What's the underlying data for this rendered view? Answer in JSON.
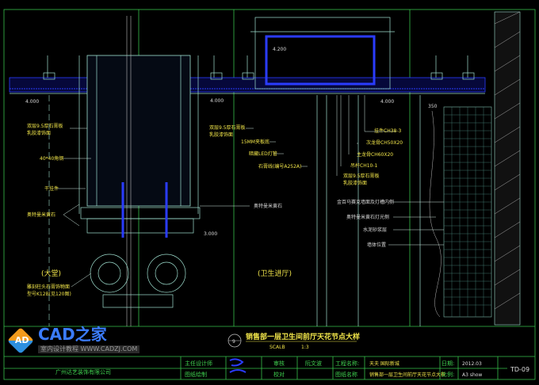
{
  "drawing": {
    "title": "销售部一层卫生间前厅天花节点大样",
    "detail_number": "9",
    "scale_label": "SCALB",
    "scale_value": "1:3",
    "left_labels": {
      "level_top": "4.000",
      "gypsum_board": [
        "双层9.5厚石膏板",
        "乳胶漆饰面"
      ],
      "angle_steel": "40*40角钢",
      "hanger": "干挂件",
      "stone": "奥特曼米黄石",
      "room": "(大堂)",
      "capital": [
        "雕刻柱头石膏饰物面",
        "型号K12B(见120图)"
      ]
    },
    "middle_labels": {
      "level_top": "4.000",
      "gypsum_board": [
        "双层9.5厚石膏板",
        "乳胶漆饰面"
      ],
      "plywood": "15MM夹板底",
      "led": "暗藏LED灯管",
      "cornice": "石膏线(编号A252A)",
      "stone": "奥特曼米黄石",
      "level_low": "3.000",
      "room": "(卫生进厅)",
      "box_level": "4.200"
    },
    "right_labels": {
      "level_top": "4.000",
      "pendant": "挂件CH38-3",
      "secondary_keel": "次龙骨CH50X20",
      "main_keel": "主龙骨CH60X20",
      "rod": "吊杆CH10-1",
      "gypsum_board": [
        "双层9.5厚石膏板",
        "乳胶漆饰面"
      ],
      "mosaic": "金百马赛克墙面及灯槽内侧",
      "stone_light": "奥特曼米黄石灯光侧",
      "mortar": "水泥砂浆层",
      "wall": "墙体位置",
      "dim": "350"
    }
  },
  "title_block": {
    "company": "广州达艺装饰有限公司",
    "chief_designer_label": "主任设计师",
    "drawn_label": "图纸绘制",
    "review_label": "审核",
    "check_label": "校对",
    "reviewer": "阮文波",
    "project_label": "工程名称:",
    "project": "天夫 国际新城",
    "drawing_name_label": "图纸名称",
    "drawing_name": "销售部一层卫生间前厅天花节点大样",
    "date_label": "日期:",
    "date": "2012.03",
    "scale_label": "比例:",
    "scale": "A3 show",
    "sheet": "TD-09"
  },
  "watermark": {
    "brand": "CAD之家",
    "logo_letters": "AD",
    "url": "室内设计教程 WWW.CADZJ.COM"
  },
  "colors": {
    "background": "#000000",
    "text_yellow": "#f2e64a",
    "frame_green": "#37c04a",
    "ceiling_blue": "#2a3cff"
  }
}
